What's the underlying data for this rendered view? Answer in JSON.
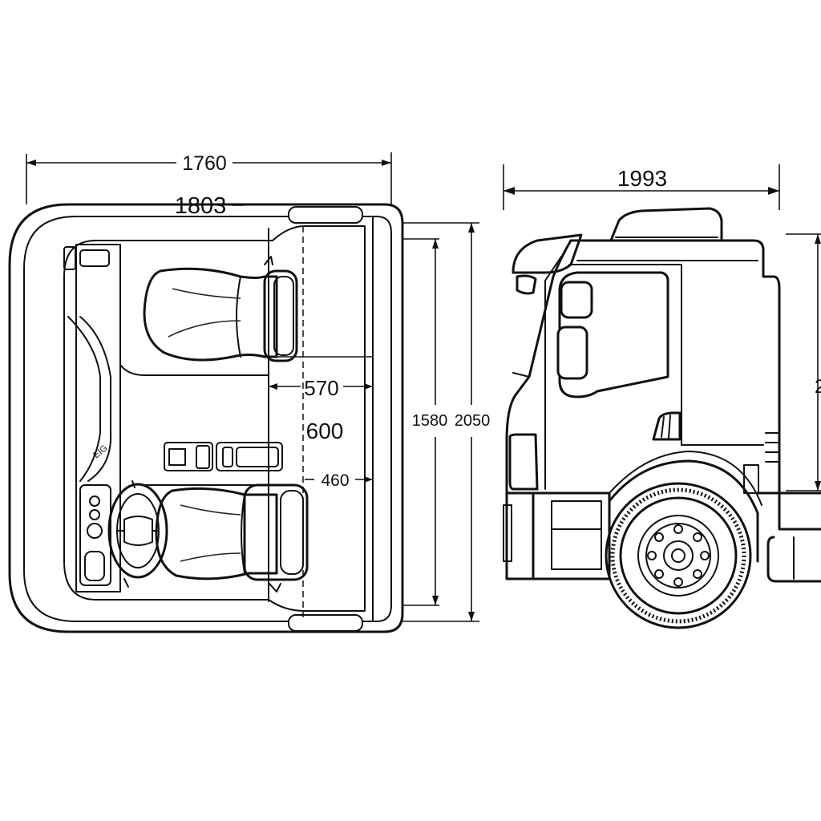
{
  "dimensions": {
    "top_overall_width": "1760",
    "top_inner_width": "1803",
    "side_cab_width": "1993",
    "aisle_width": "570",
    "seat_gap": "600",
    "seat_depth": "460",
    "interior_height": "1580",
    "overall_height": "2050",
    "right_height_partial": "2"
  },
  "icons": {
    "top_view": "cab-floor-plan-icon",
    "side_view": "truck-cab-side-view-icon"
  }
}
